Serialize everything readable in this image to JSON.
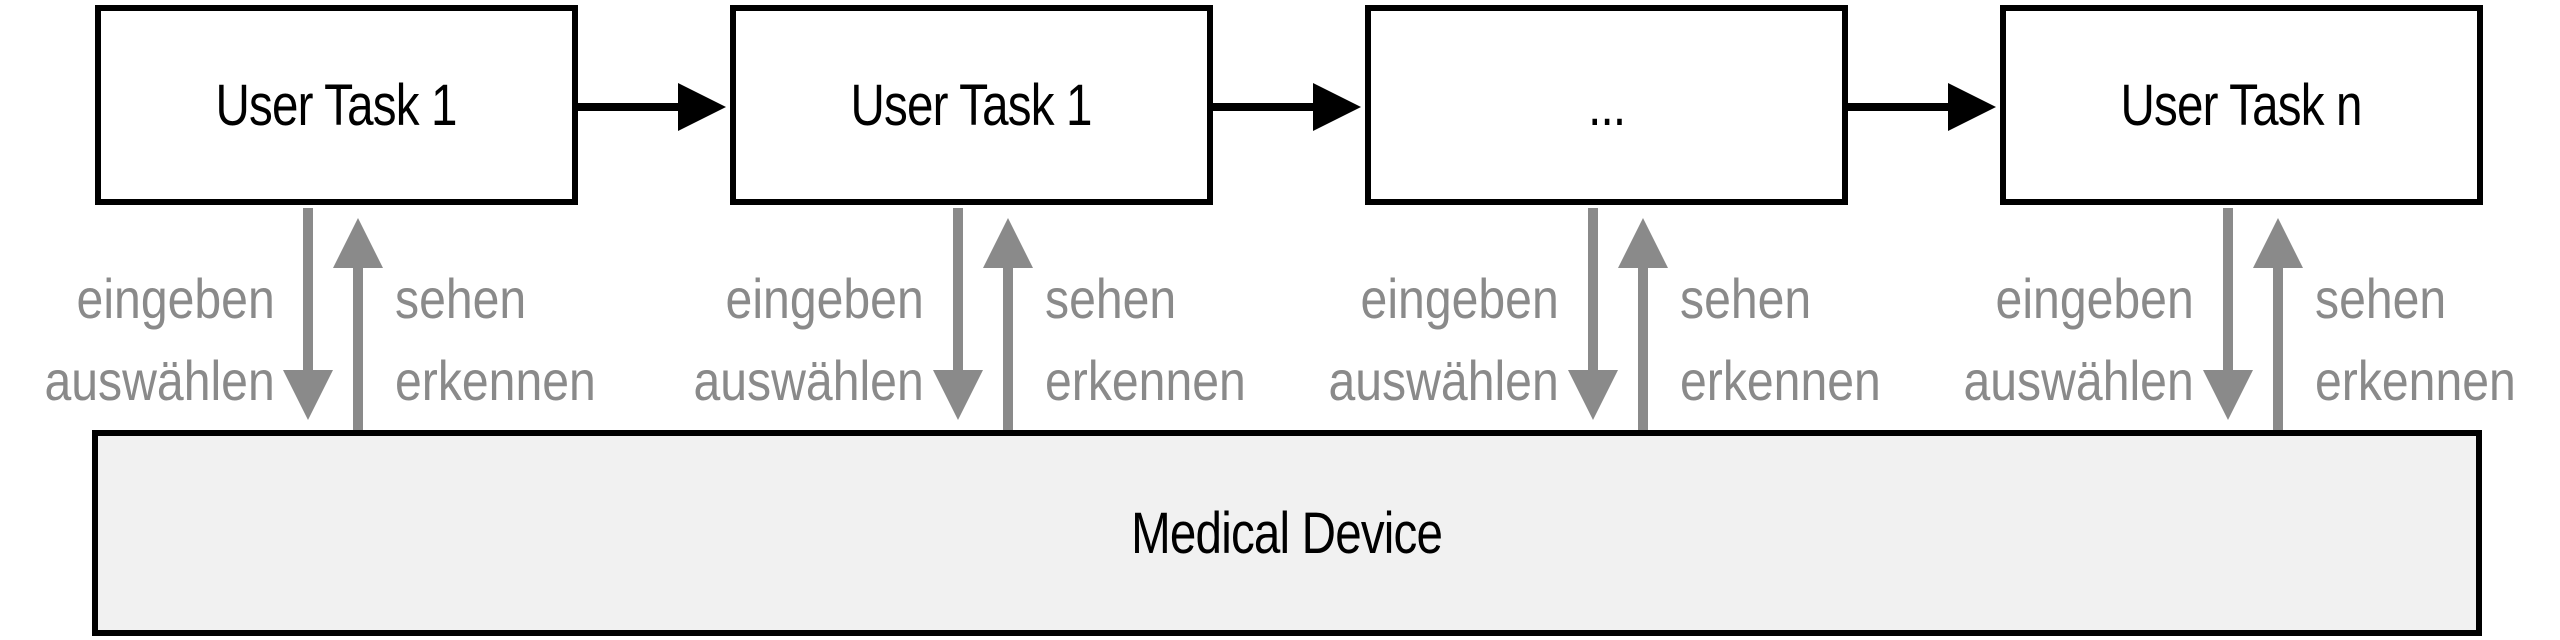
{
  "tasks": [
    {
      "label": "User Task 1"
    },
    {
      "label": "User Task 1"
    },
    {
      "label": "..."
    },
    {
      "label": "User Task n"
    }
  ],
  "device": {
    "label": "Medical Device"
  },
  "interaction": {
    "input_line1": "eingeben",
    "input_line2": "auswählen",
    "output_line1": "sehen",
    "output_line2": "erkennen"
  },
  "colors": {
    "box_border": "#000000",
    "device_fill": "#f1f1f1",
    "arrow_gray": "#8a8a8a",
    "label_gray": "#8a8a8a",
    "flow_arrow": "#000000"
  }
}
